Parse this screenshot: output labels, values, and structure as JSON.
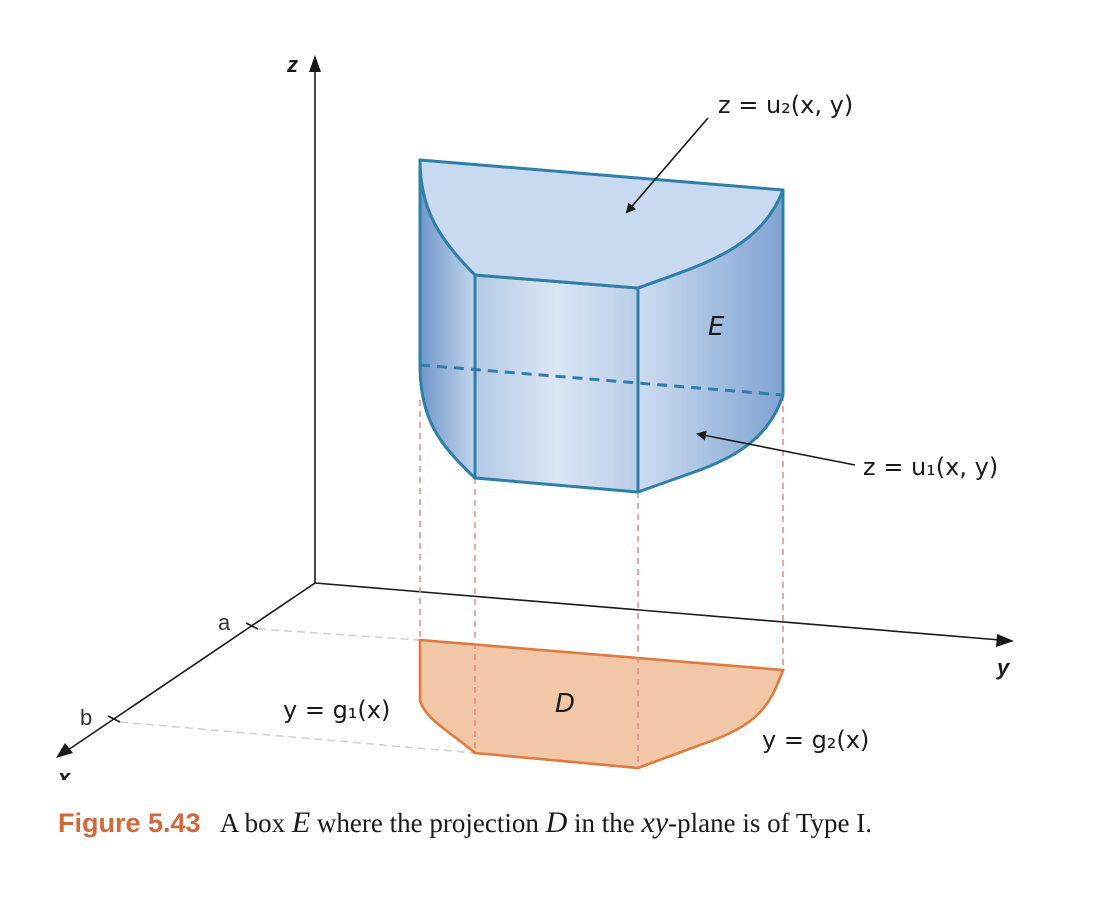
{
  "axes": {
    "x": "x",
    "y": "y",
    "z": "z"
  },
  "ticks": {
    "a": "a",
    "b": "b"
  },
  "labels": {
    "upper_surface": "z = u₂(x, y)",
    "lower_surface": "z = u₁(x, y)",
    "lower_bound_curve": "y = g₁(x)",
    "upper_bound_curve": "y = g₂(x)",
    "solid": "E",
    "projection": "D"
  },
  "colors": {
    "solid_fill": "#c9d9ef",
    "solid_edge": "#2f7fa6",
    "projection_fill": "#f2c7a8",
    "projection_edge": "#e07a3f",
    "caption_accent": "#d2693a"
  },
  "caption": {
    "figure_number": "Figure 5.43",
    "part1": "A box",
    "math1": "E",
    "part2": "where the projection",
    "math2": "D",
    "part3": "in the",
    "math3": "xy",
    "part4": "-plane is of Type I."
  }
}
